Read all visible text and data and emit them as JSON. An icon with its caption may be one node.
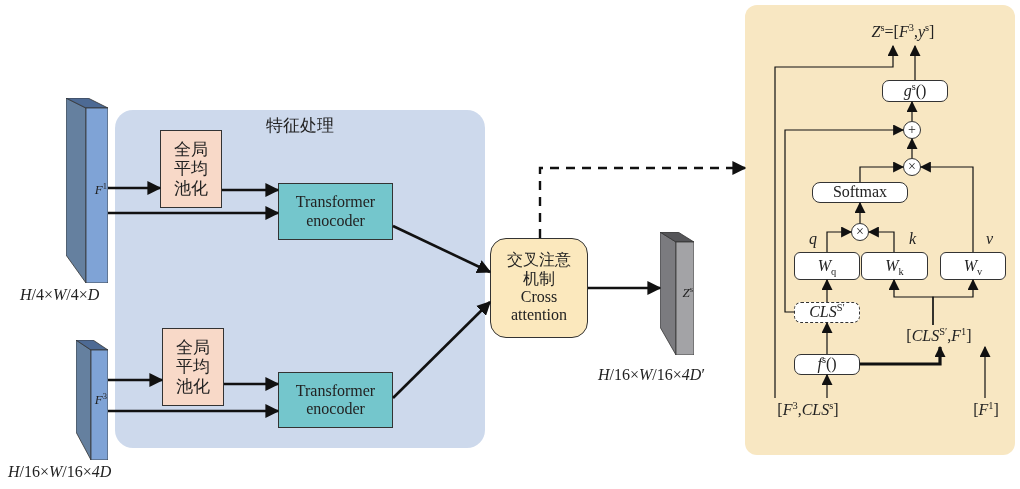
{
  "diagram": {
    "nodes": [
      {
        "text": [
          "特征处理"
        ]
      },
      {
        "text": [
          "*F*$^{1}$"
        ],
        "beside": [
          "*H*/4×*W*/4×*D*"
        ]
      },
      {
        "text": [
          "全局平均池化"
        ],
        "in": 0
      },
      {
        "text": [
          "Transformer enocoder"
        ],
        "in": 0
      },
      {
        "text": [
          "*F*$^{3}$"
        ],
        "beside": [
          "*H*/16×*W*/16×*4D*"
        ]
      },
      {
        "text": [
          "全局平均池化"
        ],
        "in": 0
      },
      {
        "text": [
          "Transformer enocoder"
        ],
        "in": 0
      },
      {
        "text": [
          "交叉注意机制",
          "Cross attention"
        ]
      },
      {
        "text": [
          "*Z*$^{s}$"
        ],
        "beside": [
          "*H*/16×*W*/16×*4D*′"
        ]
      },
      {
        "text": [],
        "shape": "box"
      },
      {
        "text": [
          "*Z*$^{s}$=[*F*$^{3}$,*y*$^{s}$]"
        ],
        "in": 9
      },
      {
        "text": [
          "*g*$^{s}$()"
        ],
        "in": 9
      },
      {
        "text": [
          "+"
        ],
        "in": 9
      },
      {
        "text": [
          "×"
        ],
        "in": 9
      },
      {
        "text": [
          "Softmax"
        ],
        "in": 9
      },
      {
        "text": [
          "×"
        ],
        "in": 9
      },
      {
        "text": [
          "*W*$_{q}$"
        ],
        "beside": [
          "q"
        ],
        "in": 9
      },
      {
        "text": [
          "*W*$_{k}$"
        ],
        "beside": [
          "k"
        ],
        "in": 9
      },
      {
        "text": [
          "*W*$_{v}$"
        ],
        "beside": [
          "v"
        ],
        "in": 9
      },
      {
        "text": [
          "*CLS*$^{S′}$"
        ],
        "in": 9
      },
      {
        "text": [
          "[*CLS*$^{S′}$,*F*$^{1}$]"
        ],
        "in": 9
      },
      {
        "text": [
          "*f*$^{s}$()"
        ],
        "in": 9
      },
      {
        "text": [
          "[*F*$^{3}$,*CLS*$^{s}$]"
        ],
        "in": 9
      },
      {
        "text": [
          "[*F*$^{1}$]"
        ],
        "in": 9
      }
    ],
    "edges": [
      {
        "from": 1,
        "to": 2,
        "arrow": "to"
      },
      {
        "from": 1,
        "to": 3,
        "arrow": "to"
      },
      {
        "from": 2,
        "to": 3,
        "arrow": "to"
      },
      {
        "from": 4,
        "to": 5,
        "arrow": "to"
      },
      {
        "from": 4,
        "to": 6,
        "arrow": "to"
      },
      {
        "from": 5,
        "to": 6,
        "arrow": "to"
      },
      {
        "from": 3,
        "to": 7,
        "arrow": "to"
      },
      {
        "from": 6,
        "to": 7,
        "arrow": "to"
      },
      {
        "from": 7,
        "to": 8,
        "arrow": "to"
      },
      {
        "from": 7,
        "to": 9,
        "arrow": "to",
        "style": "dashed"
      },
      {
        "from": 22,
        "to": 21,
        "arrow": "to"
      },
      {
        "from": 21,
        "to": 19,
        "arrow": "to"
      },
      {
        "from": 19,
        "to": 16,
        "arrow": "to"
      },
      {
        "from": 21,
        "to": 20,
        "arrow": "to",
        "style": "thick"
      },
      {
        "from": 20,
        "to": 17,
        "arrow": "to"
      },
      {
        "from": 20,
        "to": 18,
        "arrow": "to"
      },
      {
        "from": 16,
        "to": 15,
        "arrow": "to"
      },
      {
        "from": 17,
        "to": 15,
        "arrow": "to"
      },
      {
        "from": 15,
        "to": 14,
        "arrow": "to"
      },
      {
        "from": 14,
        "to": 13,
        "arrow": "to"
      },
      {
        "from": 18,
        "to": 13,
        "arrow": "to"
      },
      {
        "from": 13,
        "to": 12,
        "arrow": "to"
      },
      {
        "from": 12,
        "to": 11,
        "arrow": "to"
      },
      {
        "from": 11,
        "to": 10,
        "arrow": "to"
      },
      {
        "from": 19,
        "to": 12,
        "arrow": "to"
      },
      {
        "from": 22,
        "to": 10,
        "arrow": "to"
      },
      {
        "from": 23,
        "to": 20,
        "arrow": "to"
      }
    ]
  }
}
